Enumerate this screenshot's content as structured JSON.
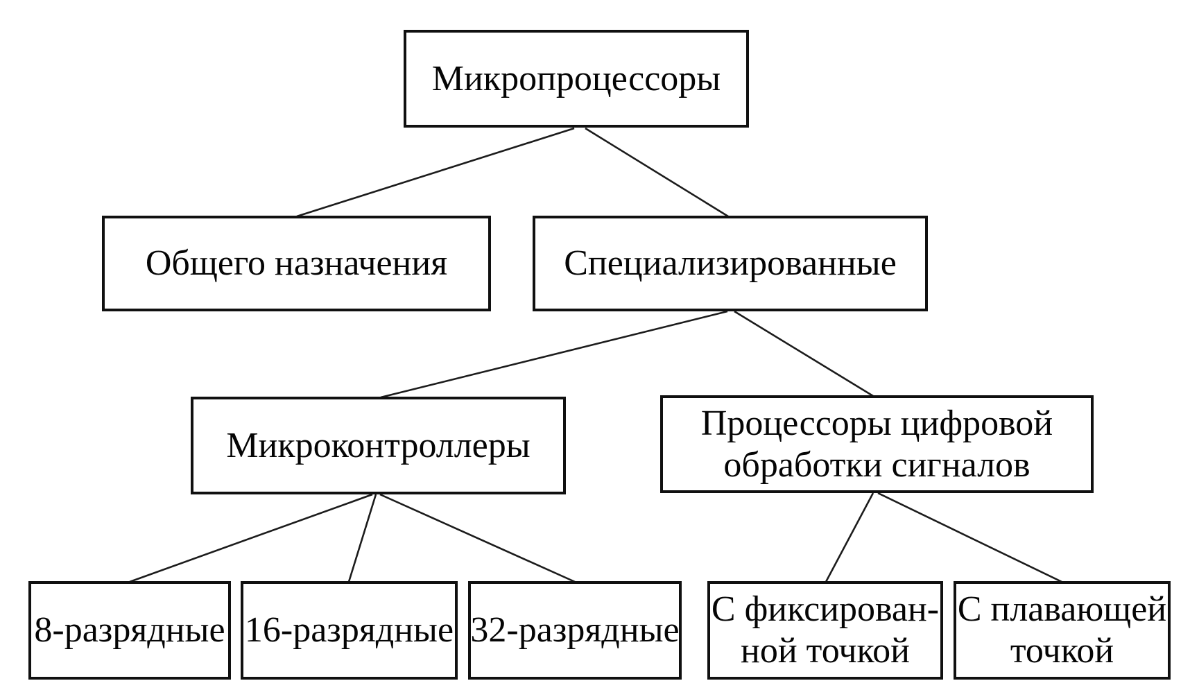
{
  "diagram": {
    "type": "tree",
    "language": "ru",
    "colors": {
      "background": "#ffffff",
      "box_border": "#101010",
      "edge_line": "#1c1c1c",
      "text": "#050505"
    },
    "nodes": {
      "root": {
        "label": "Микропроцессоры"
      },
      "general": {
        "label": "Общего назначения"
      },
      "special": {
        "label": "Специализированные"
      },
      "mcu": {
        "label": "Микроконтроллеры"
      },
      "dsp": {
        "label": "Процессоры цифровой обработки сигналов",
        "line1": "Процессоры цифровой",
        "line2": "обработки сигналов"
      },
      "bit8": {
        "label": "8-разрядные"
      },
      "bit16": {
        "label": "16-разрядные"
      },
      "bit32": {
        "label": "32-разрядные"
      },
      "fixed": {
        "label": "С фиксированной точкой",
        "line1": "С фиксирован-",
        "line2": "ной точкой"
      },
      "float": {
        "label": "С плавающей точкой",
        "line1": "С плавающей",
        "line2": "точкой"
      }
    },
    "structure": [
      {
        "parent": "Микропроцессоры",
        "children": [
          "Общего назначения",
          "Специализированные"
        ]
      },
      {
        "parent": "Специализированные",
        "children": [
          "Микроконтроллеры",
          "Процессоры цифровой обработки сигналов"
        ]
      },
      {
        "parent": "Микроконтроллеры",
        "children": [
          "8-разрядные",
          "16-разрядные",
          "32-разрядные"
        ]
      },
      {
        "parent": "Процессоры цифровой обработки сигналов",
        "children": [
          "С фиксированной точкой",
          "С плавающей точкой"
        ]
      }
    ]
  }
}
